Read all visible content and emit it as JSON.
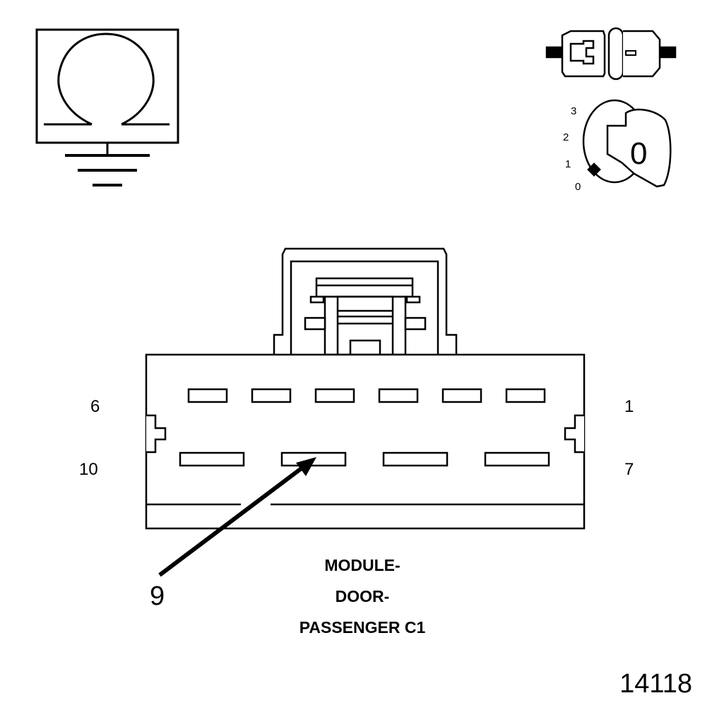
{
  "diagram": {
    "ohmmeter_icon": "ohm-ground-icon",
    "connector_icon": "connector-disconnect-icon",
    "ignition_icon": "ignition-key-icon",
    "ignition_positions": [
      "3",
      "2",
      "1",
      "0"
    ],
    "ignition_key_glyph": "0",
    "connector": {
      "pin_labels": {
        "top_left": "6",
        "top_right": "1",
        "bottom_left": "10",
        "bottom_right": "7"
      },
      "top_row_pin_count": 6,
      "bottom_row_pin_count": 4,
      "callout_pin": "9"
    },
    "caption": [
      "MODULE-",
      "DOOR-",
      "PASSENGER C1"
    ],
    "figure_number": "14118"
  }
}
